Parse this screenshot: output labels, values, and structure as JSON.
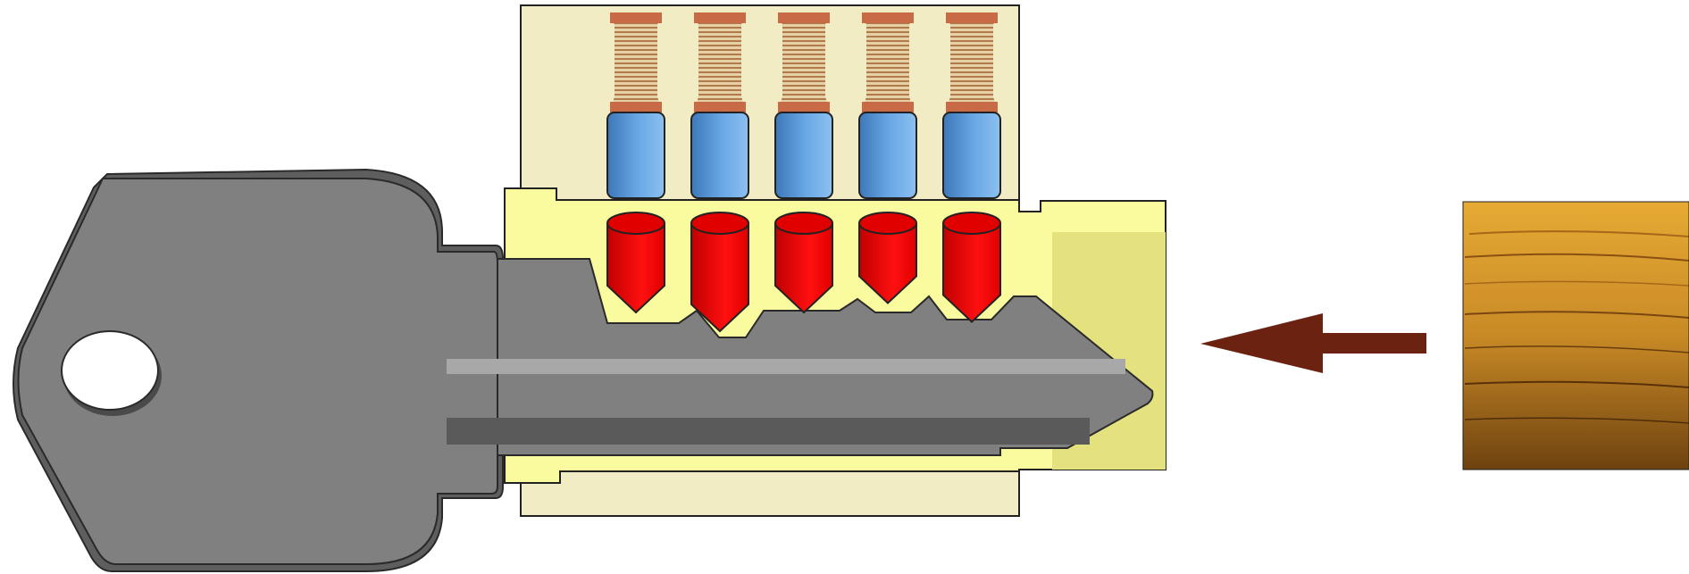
{
  "diagram": {
    "colors": {
      "background": "#ffffff",
      "key": "#808080",
      "key_shadow": "#5e5e5e",
      "key_outline": "#2a2a2a",
      "housing_upper": "#f2ecc4",
      "plug": "#fafa9e",
      "plug_shaded": "#e3e27e",
      "spring": "#c8a070",
      "spring_end": "#c86a46",
      "driver_pin": "#6aa8e6",
      "key_pin": "#e00000",
      "arrow": "#6b2210",
      "wood_light": "#e0a838",
      "wood_dark": "#6e4210"
    },
    "icons": {
      "key": "key-icon",
      "arrow": "arrow-left-icon",
      "hammer": "wood-block-icon"
    },
    "pin_stacks": [
      {
        "key_pin_length": 1.0
      },
      {
        "key_pin_length": 1.3
      },
      {
        "key_pin_length": 1.0
      },
      {
        "key_pin_length": 0.85
      },
      {
        "key_pin_length": 1.15
      }
    ]
  }
}
